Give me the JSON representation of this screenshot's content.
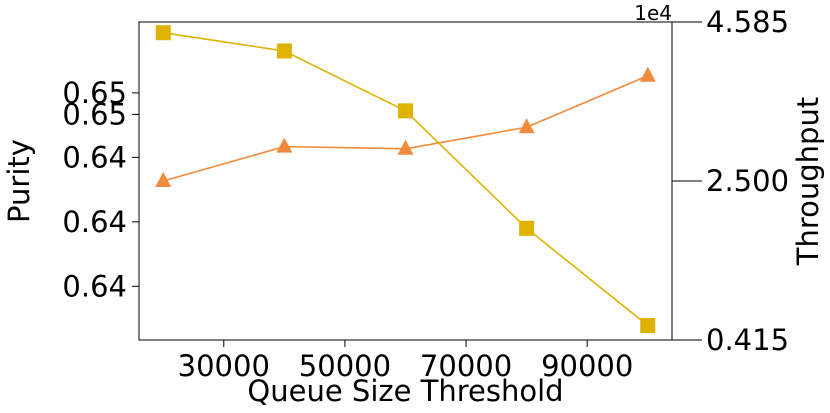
{
  "chart_data": {
    "type": "line",
    "xlabel": "Queue Size Threshold",
    "ylabel_left": "Purity",
    "ylabel_right": "Throughput",
    "right_axis_offset_label": "1e4",
    "xlim": [
      16000,
      104000
    ],
    "x_ticks": [
      30000,
      50000,
      70000,
      90000
    ],
    "x_tick_labels": [
      "30000",
      "50000",
      "70000",
      "90000"
    ],
    "ylim_left": [
      0.6359,
      0.6507
    ],
    "y_ticks_left": [
      0.6384,
      0.6414,
      0.6444,
      0.6474,
      0.6464
    ],
    "y_ticks_left_labels": [
      "0.64",
      "0.64",
      "0.64",
      "0.65",
      "0.65"
    ],
    "ylim_right": [
      0.415,
      4.585
    ],
    "y_ticks_right": [
      0.415,
      2.5,
      4.585
    ],
    "y_ticks_right_labels": [
      "0.415",
      "2.500",
      "4.585"
    ],
    "grid": false,
    "series": [
      {
        "axis": "left",
        "color": "#f08a3c",
        "marker": "triangle",
        "x": [
          20000,
          40000,
          60000,
          80000,
          100000
        ],
        "values": [
          0.6433,
          0.6449,
          0.6448,
          0.6458,
          0.6482
        ]
      },
      {
        "axis": "right",
        "color": "#e0b200",
        "marker": "square",
        "x": [
          20000,
          40000,
          60000,
          80000,
          100000
        ],
        "values": [
          4.445,
          4.205,
          3.42,
          1.88,
          0.605
        ]
      }
    ]
  }
}
